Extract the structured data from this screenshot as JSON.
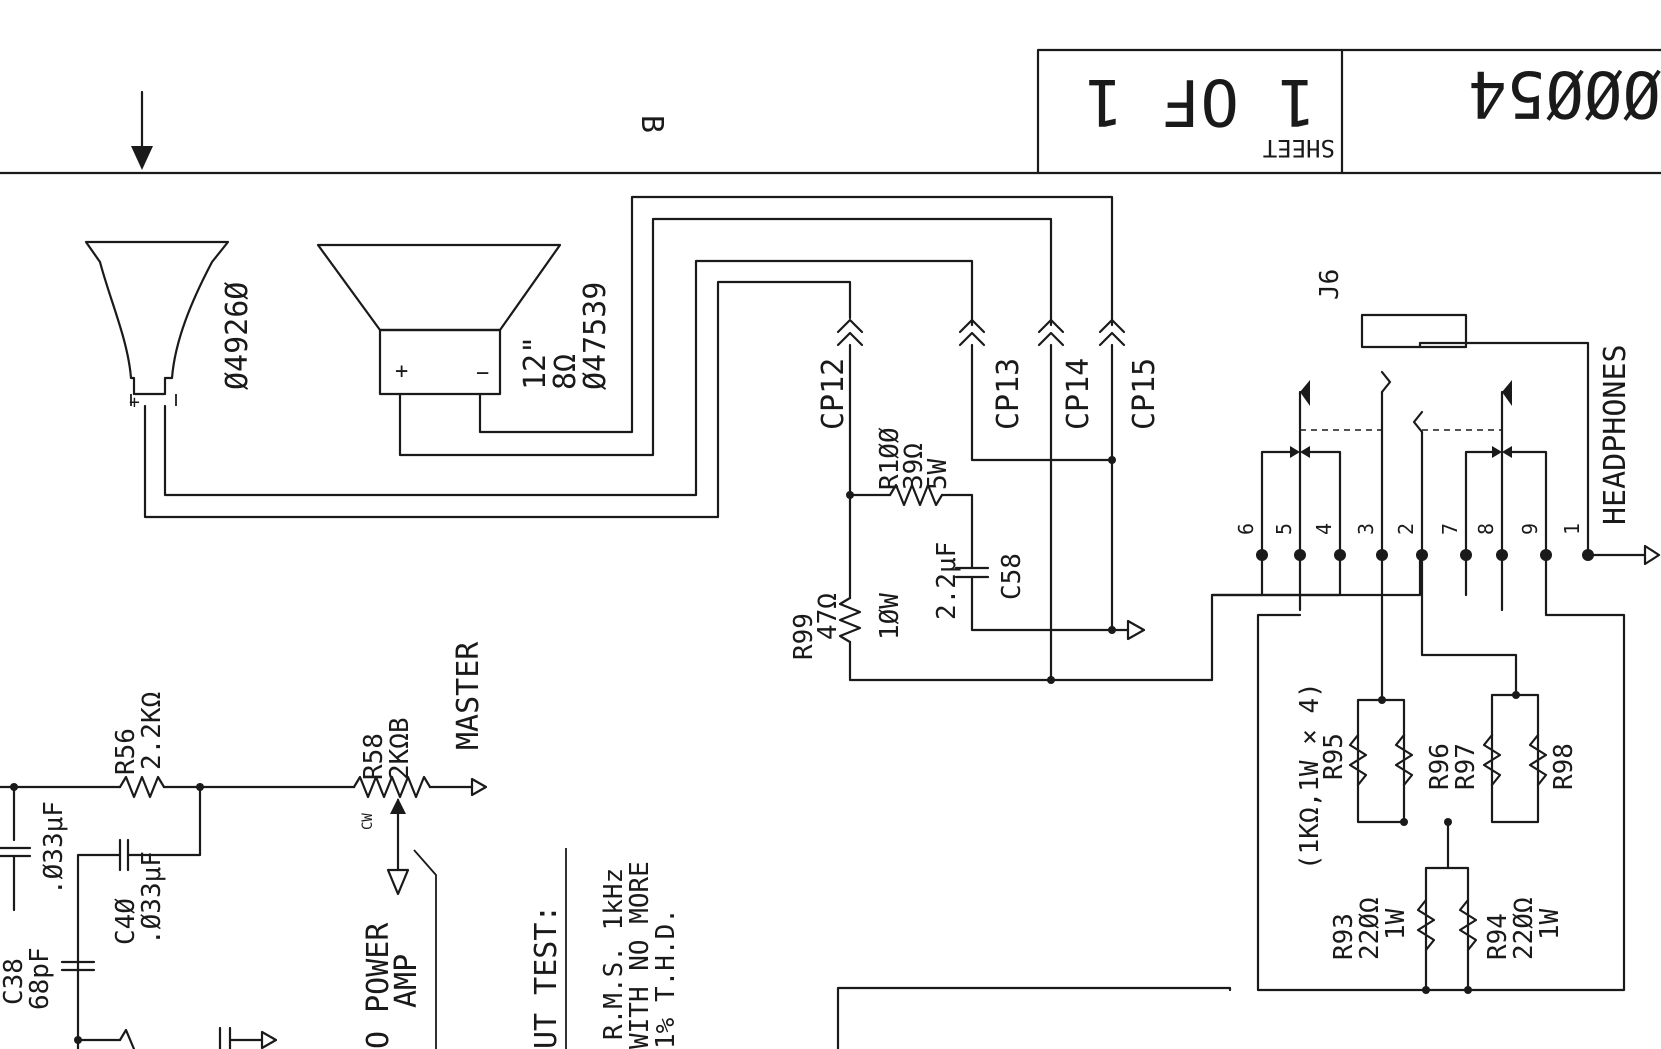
{
  "title_block": {
    "zone": "B",
    "sheet_label": "SHEET",
    "sheet_value": "1 OF 1",
    "drawing_number": "ØØØ54"
  },
  "speakers": {
    "horn_part": "Ø4926Ø",
    "woofer_size": "12\"",
    "woofer_impedance": "8Ω",
    "woofer_part": "Ø47539",
    "plus": "+",
    "minus": "−"
  },
  "connectors": [
    "CP12",
    "CP13",
    "CP14",
    "CP15"
  ],
  "components": {
    "r100": [
      "R1ØØ",
      "39Ω",
      "5W"
    ],
    "c58_value": "2.2μF",
    "c58_name": "C58",
    "r99": [
      "R99",
      "47Ω",
      "1ØW"
    ],
    "r56": [
      "R56",
      "2.2KΩ"
    ],
    "c_left": ".Ø33μF",
    "c40": [
      "C4Ø",
      ".Ø33μF"
    ],
    "c38": [
      "C38",
      "68pF"
    ],
    "r58": [
      "R58",
      "2KΩB"
    ],
    "cw": "CW",
    "master": "MASTER",
    "power_amp": [
      "O POWER",
      "AMP"
    ],
    "r95": "R95",
    "r96": "R96",
    "r97": "R97",
    "r98": "R98",
    "res_network": "(1KΩ,1W × 4)",
    "r93": [
      "R93",
      "22ØΩ",
      "1W"
    ],
    "r94": [
      "R94",
      "22ØΩ",
      "1W"
    ]
  },
  "jack": {
    "name": "J6",
    "label": "HEADPHONES",
    "pins": [
      "6",
      "5",
      "4",
      "3",
      "2",
      "7",
      "8",
      "9",
      "1"
    ]
  },
  "test_note": {
    "heading": "UT TEST:",
    "lines": [
      "R.M.S. 1kHz",
      "WITH NO MORE",
      "1% T.H.D."
    ]
  }
}
